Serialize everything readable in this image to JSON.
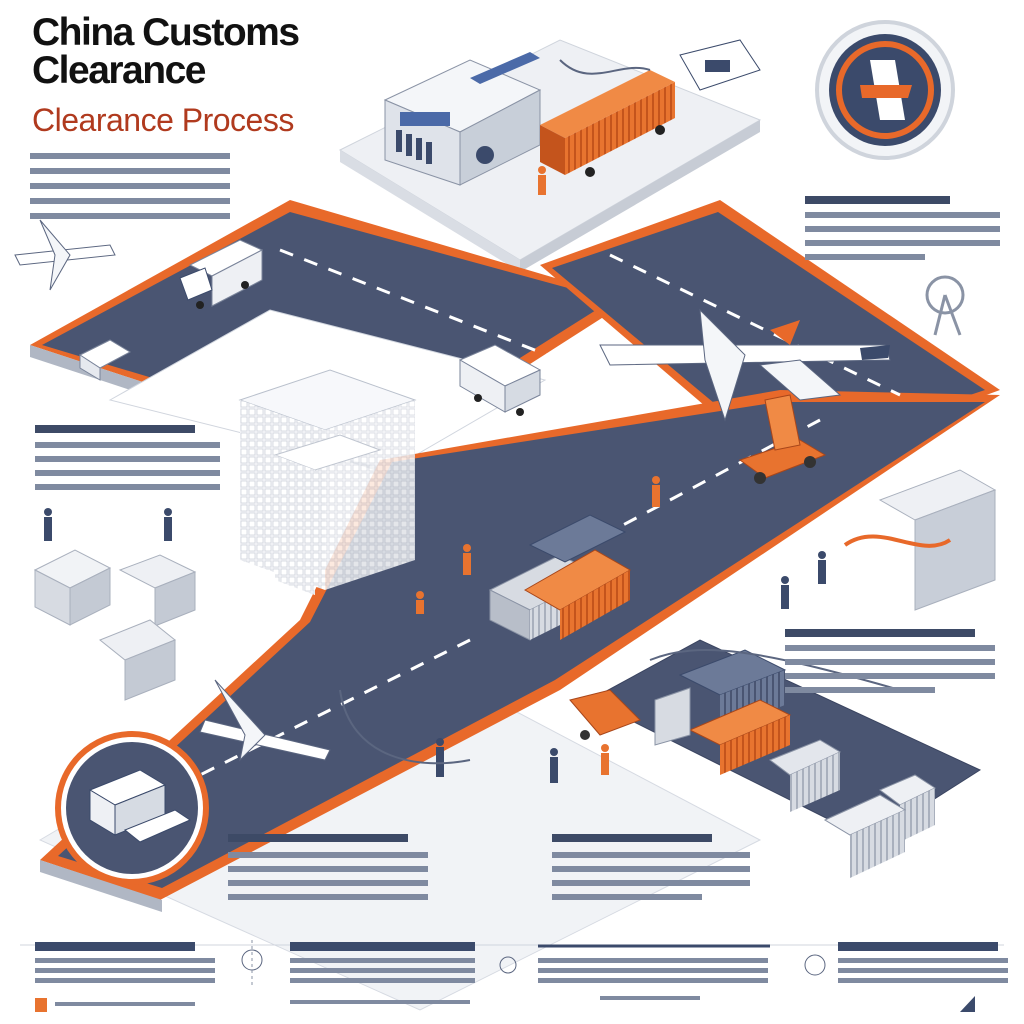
{
  "title": {
    "line1": "China Customs",
    "line2": "Clearance",
    "subtitle": "Clearance Process"
  },
  "colors": {
    "road": "#4a5572",
    "road_edge": "#e8692a",
    "accent_orange": "#e8732f",
    "accent_red": "#b03a1e",
    "navy": "#3b4a6b",
    "light_gray": "#e9ecf1",
    "white": "#ffffff"
  },
  "icons": [
    "airplane-icon",
    "truck-icon",
    "container-icon",
    "warehouse-icon",
    "customs-building-icon",
    "forklift-icon",
    "worker-icon",
    "compass-badge-icon",
    "radar-icon",
    "factory-icon",
    "chevron-right-icon"
  ]
}
